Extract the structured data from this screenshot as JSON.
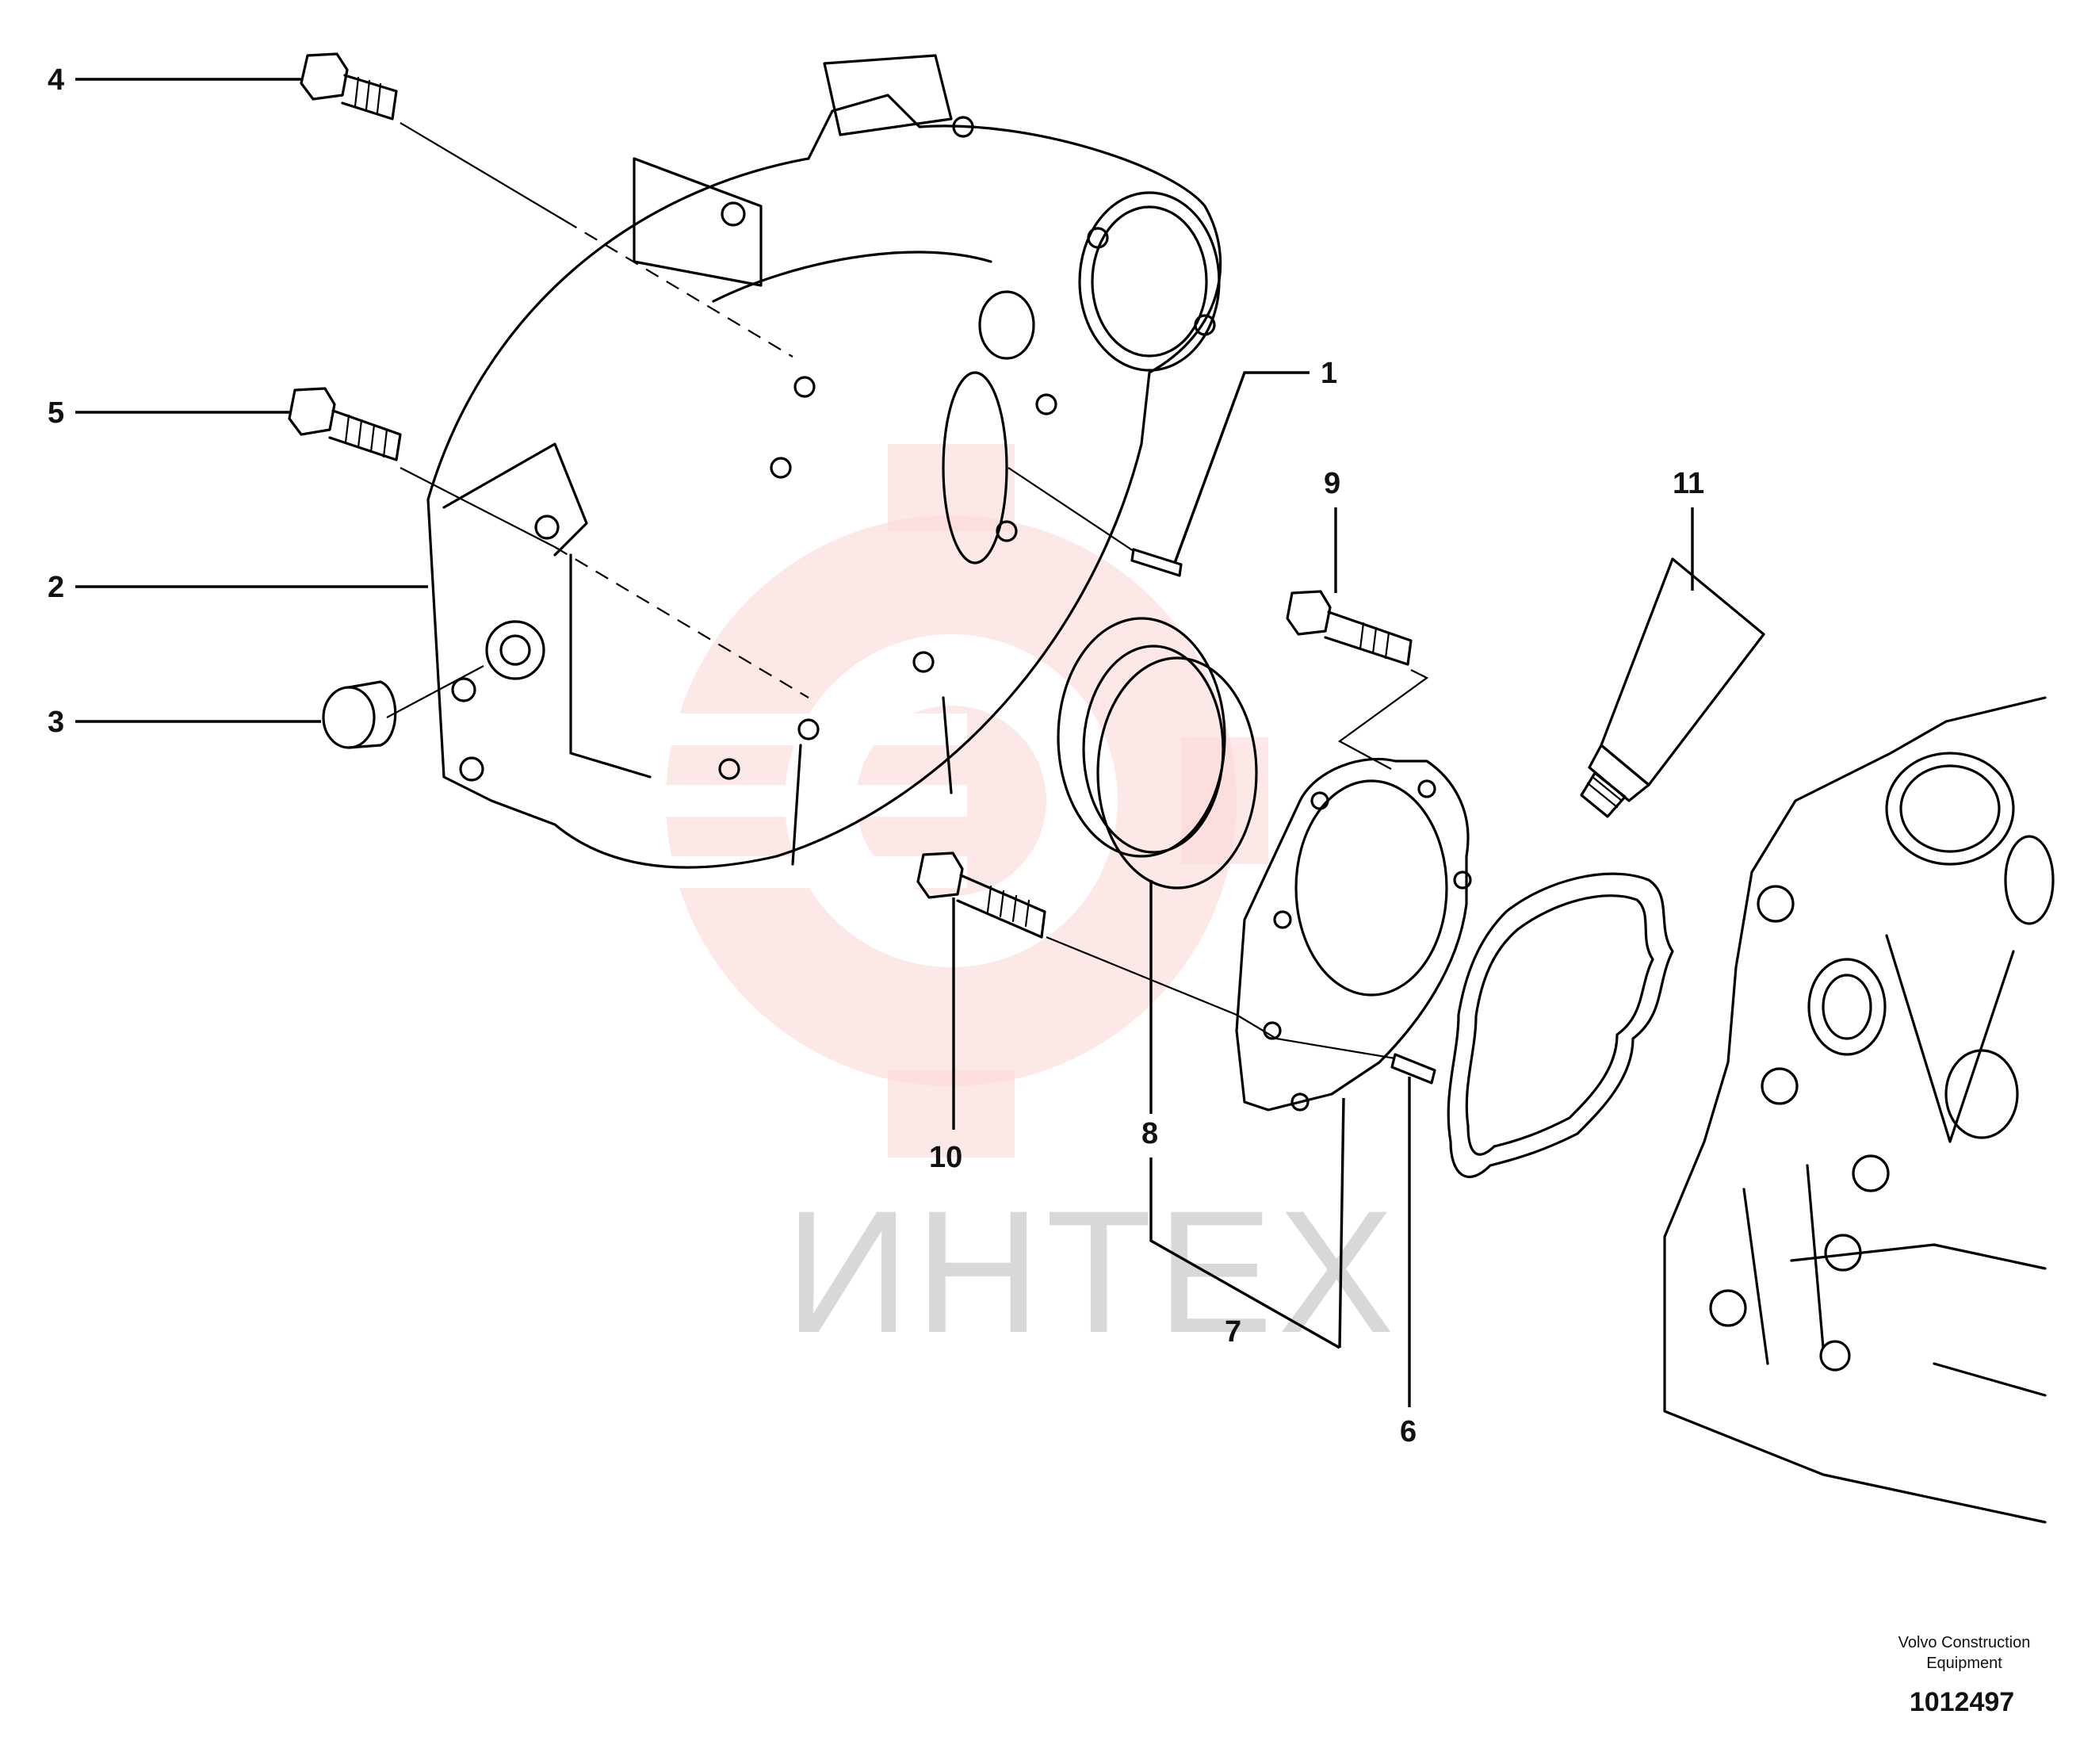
{
  "callouts": {
    "c1": "1",
    "c2": "2",
    "c3": "3",
    "c4": "4",
    "c5": "5",
    "c6": "6",
    "c7": "7",
    "c8": "8",
    "c9": "9",
    "c10": "10",
    "c11": "11"
  },
  "watermark": {
    "text": "ИНТЕХ",
    "color": "#f7b2b2"
  },
  "footer": {
    "manufacturer_line1": "Volvo Construction",
    "manufacturer_line2": "Equipment",
    "document_number": "1012497"
  }
}
